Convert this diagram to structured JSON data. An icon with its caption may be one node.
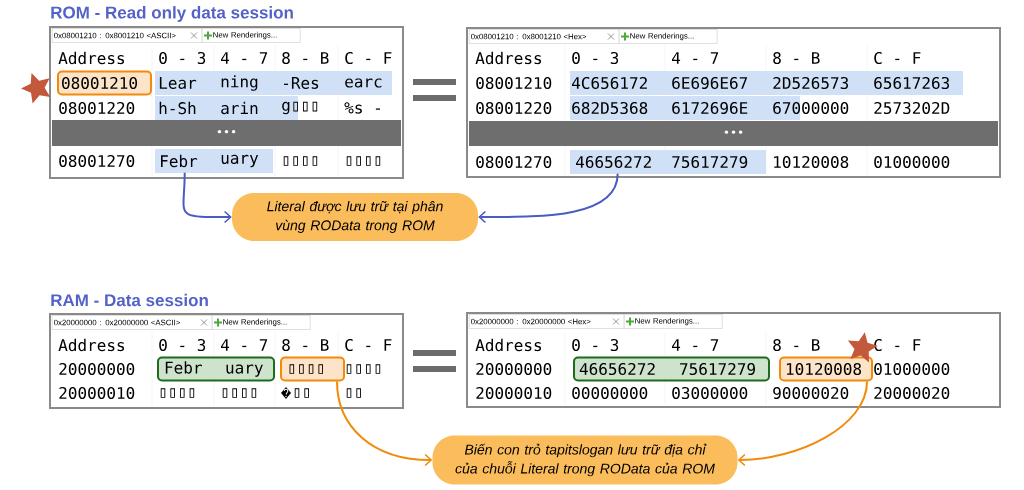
{
  "diagram": {
    "nodes": [
      {
        "text": [
          "08001210"
        ]
      },
      {
        "text": [
          "Febr"
        ]
      },
      {
        "text": [
          "46656272"
        ]
      },
      {
        "text": [
          "Literal được lưu trữ tại phân vùng ROData trong ROM"
        ]
      },
      {
        "text": [
          "Febr",
          "uary"
        ]
      },
      {
        "text": [
          "▯▯▯▯"
        ]
      },
      {
        "text": [
          "46656272",
          "75617279"
        ]
      },
      {
        "text": [
          "10120008"
        ]
      },
      {
        "text": [
          "Biến con trỏ tapitslogan lưu trữ địa chỉ của chuỗi Literal trong ROData của ROM"
        ]
      }
    ],
    "edges": [
      {
        "from": 1,
        "to": 3,
        "arrow": "to",
        "color": "#4a5cc2"
      },
      {
        "from": 2,
        "to": 3,
        "arrow": "to",
        "color": "#4a5cc2"
      },
      {
        "from": 5,
        "to": 8,
        "arrow": "to",
        "color": "#f28a0a"
      },
      {
        "from": 7,
        "to": 8,
        "arrow": "to",
        "color": "#f28a0a"
      }
    ],
    "labels": [
      "ROM - Read only data session",
      "0x08001210 : 0x8001210 <ASCII>",
      "New Renderings...",
      "Address",
      "0 - 3",
      "4 - 7",
      "8 - B",
      "C - F",
      "Lear",
      "ning",
      "-Res",
      "earc",
      "08001220",
      "h-Sh",
      "arin",
      "g▯▯▯",
      "%s -",
      "•••",
      "08001270",
      "uary",
      "▯▯▯▯",
      "▯▯▯▯",
      "0x08001210 : 0x8001210 <Hex>",
      "New Renderings...",
      "Address",
      "0 - 3",
      "4 - 7",
      "8 - B",
      "C - F",
      "08001210",
      "4C656172",
      "6E696E67",
      "2D526573",
      "65617263",
      "08001220",
      "682D5368",
      "6172696E",
      "67000000",
      "2573202D",
      "•••",
      "08001270",
      "75617279",
      "10120008",
      "01000000",
      "RAM - Data session",
      "0x20000000 : 0x20000000 <ASCII>",
      "New Renderings...",
      "Address",
      "0 - 3",
      "4 - 7",
      "8 - B",
      "C - F",
      "20000000",
      "▯▯▯▯",
      "20000010",
      "▯▯▯▯",
      "▯▯▯▯",
      "▯▯",
      "▯▯",
      "0x20000000 : 0x20000000 <Hex>",
      "New Renderings...",
      "Address",
      "0 - 3",
      "4 - 7",
      "8 - B",
      "C - F",
      "20000000",
      "01000000",
      "20000010",
      "00000000",
      "03000000",
      "90000020",
      "20000020"
    ]
  }
}
